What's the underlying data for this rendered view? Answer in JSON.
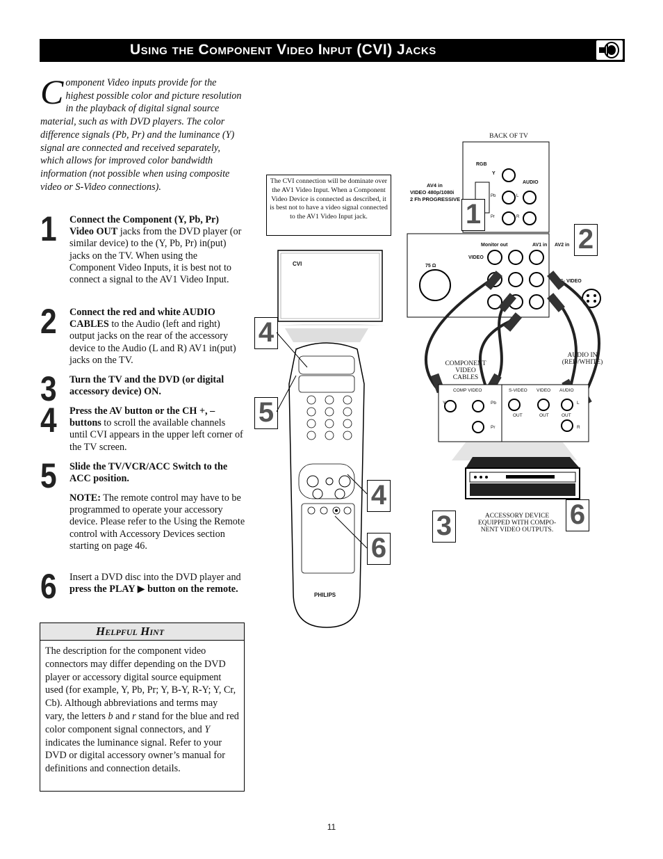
{
  "header": {
    "title": "Using the Component Video Input (CVI) Jacks",
    "icon": "accessory-plug-icon"
  },
  "intro": {
    "dropcap": "C",
    "text": "omponent Video inputs provide for the highest possible color and picture resolution in the playback of digital signal source material, such as with DVD players.  The color difference signals (Pb, Pr) and the luminance (Y) signal are connected and received separately, which allows for improved color bandwidth information (not possible when using composite video or S-Video connections)."
  },
  "steps": [
    {
      "num": "1",
      "bold": "Connect the Component (Y, Pb, Pr) Video OUT",
      "text": " jacks from the DVD player (or similar device) to the (Y, Pb, Pr) in(put) jacks on the TV. When using the Component Video Inputs, it is best not to connect a signal to the AV1 Video Input."
    },
    {
      "num": "2",
      "bold": "Connect the red and white AUDIO CABLES",
      "text": " to the Audio (left and right) output jacks on the rear of the accessory device to the Audio (L and R) AV1 in(put) jacks on the TV."
    },
    {
      "num": "3",
      "bold": "Turn the TV and the DVD (or digital accessory device) ON.",
      "text": ""
    },
    {
      "num": "4",
      "bold": "Press the AV button or the CH +, – buttons",
      "text": " to scroll the available channels until CVI appears in the upper left corner of the TV screen."
    },
    {
      "num": "5",
      "bold": "Slide the TV/VCR/ACC Switch to the ACC position.",
      "text": ""
    },
    {
      "num": "6",
      "pre": "Insert a DVD disc into the DVD player and ",
      "bold": "press the PLAY ▶ button on the remote.",
      "text": ""
    }
  ],
  "note": {
    "label": "NOTE:",
    "text": " The remote control may have to be programmed to operate your accessory device. Please refer to the Using the Remote control with Accessory Devices section starting on page 46."
  },
  "hint": {
    "title": "Helpful Hint",
    "text_a": "The description for the component video connectors may differ depending on the DVD player or accessory digital source equipment used (for example, Y, Pb, Pr; Y, B-Y, R-Y; Y, Cr, Cb).  Although abbreviations and terms may vary, the letters ",
    "b": "b",
    "text_b": " and ",
    "r": "r",
    "text_c": " stand for the blue and red color component signal connectors, and ",
    "y": "Y",
    "text_d": " indicates the luminance signal.  Refer to your DVD or digital accessory owner’s manual for definitions and connection details."
  },
  "diagram": {
    "callout": "The CVI connection will be dominate over the AV1 Video Input. When a Component Video Device is connected as described, it is best not to have a video signal connected to the AV1 Video Input jack.",
    "back_of_tv": "BACK OF TV",
    "screen_text": "CVI",
    "component_cables": "COMPONENT\nVIDEO\nCABLES",
    "audio_in": "AUDIO IN\n(RED/WHITE)",
    "accessory": "ACCESSORY DEVICE\nEQUIPPED WITH COMPO-\nNENT VIDEO OUTPUTS.",
    "panel": {
      "rgb": "RGB",
      "y": "Y",
      "audio": "AUDIO",
      "av4": "AV4 in",
      "video480": "VIDEO 480p/1080i",
      "progressive": "2 Fh PROGRESSIVE",
      "pb": "Pb",
      "pr": "Pr",
      "l": "L",
      "r": "R",
      "monitor_out": "Monitor out",
      "av1": "AV1 in",
      "av2": "AV2 in",
      "video": "VIDEO",
      "ohm": "75 Ω",
      "svideo": "S- VIDEO"
    },
    "device_panel": {
      "comp_video": "COMP VIDEO",
      "svideo": "S-VIDEO",
      "video": "VIDEO",
      "audio": "AUDIO",
      "out": "OUT",
      "y": "Y",
      "pb": "Pb",
      "pr": "Pr",
      "l": "L",
      "r": "R"
    },
    "remote_brand": "PHILIPS",
    "step_markers": [
      "1",
      "2",
      "4",
      "5",
      "4",
      "6",
      "3",
      "6"
    ]
  },
  "page_number": "11"
}
